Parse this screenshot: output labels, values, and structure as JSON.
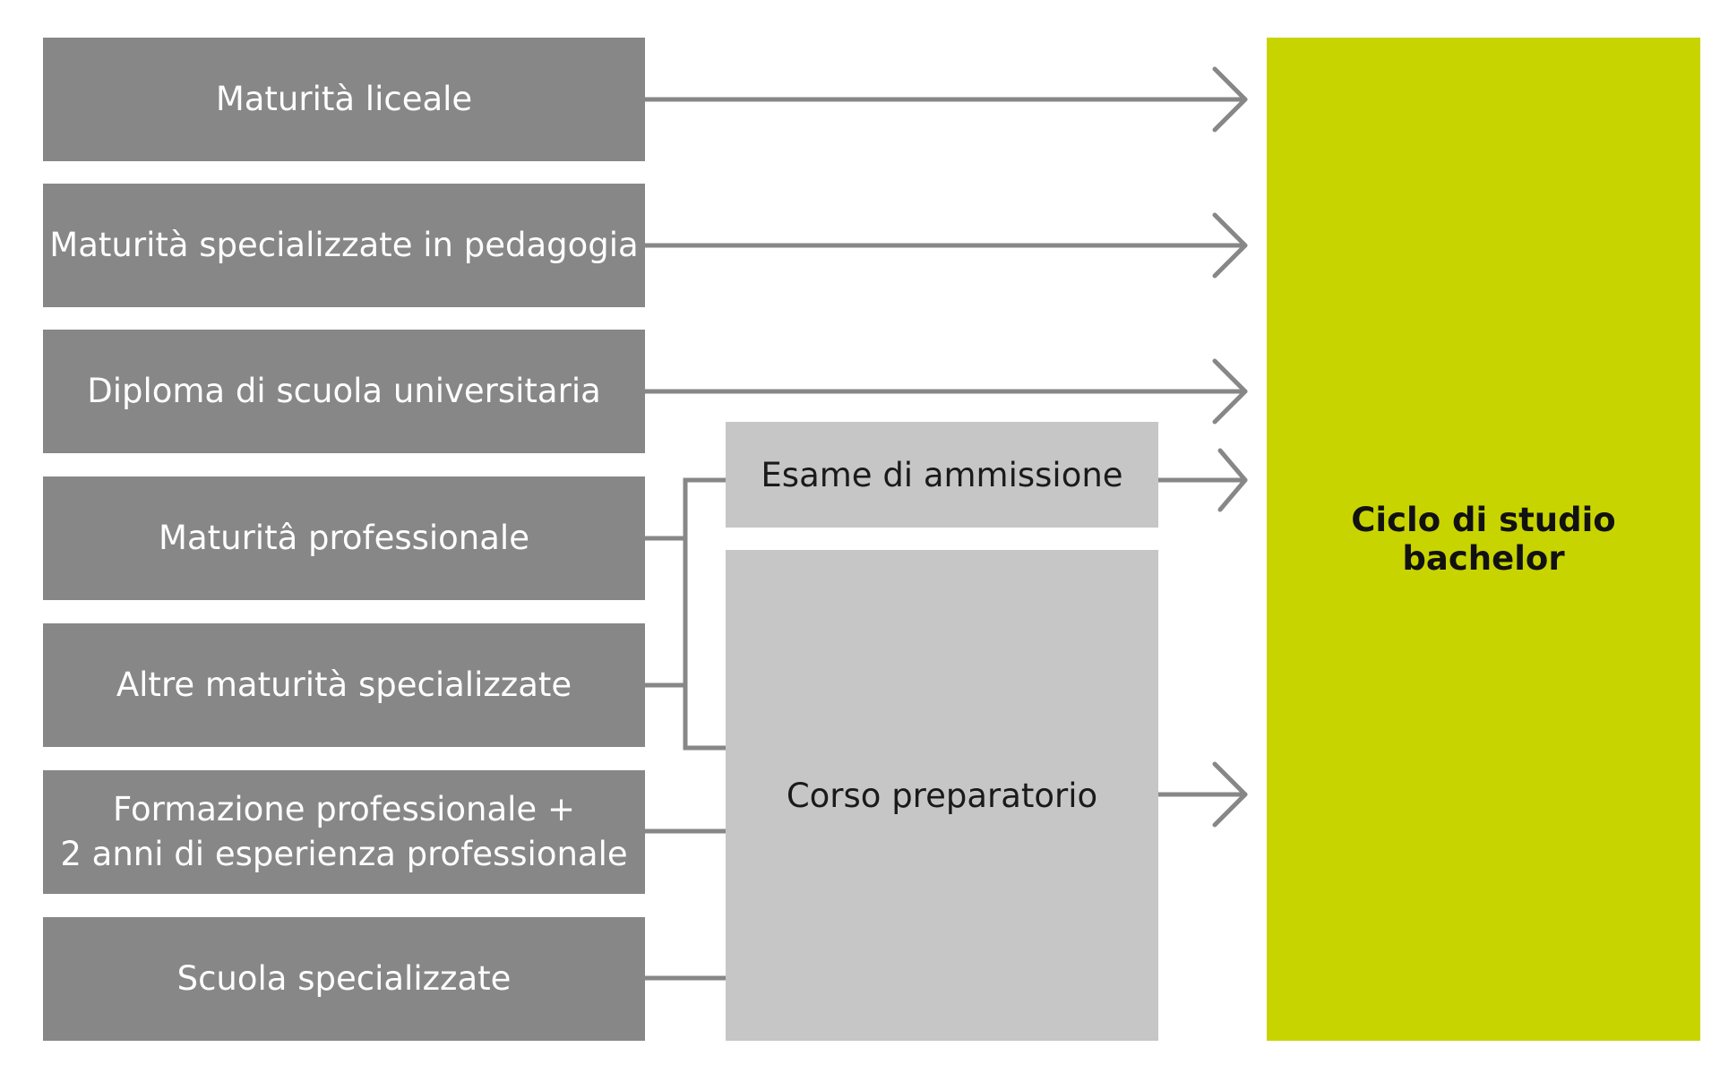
{
  "colors": {
    "source_box": "#878787",
    "intermediate_box": "#c6c6c6",
    "target_box": "#c8d400",
    "connector": "#878787"
  },
  "sources": [
    {
      "id": "maturita-liceale",
      "label": "Maturità liceale"
    },
    {
      "id": "maturita-pedagogia",
      "label": "Maturità specializzate in pedagogia"
    },
    {
      "id": "diploma-universitaria",
      "label": "Diploma di scuola universitaria"
    },
    {
      "id": "maturita-professionale",
      "label": "Maturitâ professionale"
    },
    {
      "id": "altre-maturita",
      "label": "Altre maturità specializzate"
    },
    {
      "id": "formazione-professionale",
      "label": "Formazione professionale +\n2 anni di esperienza professionale"
    },
    {
      "id": "scuola-specializzate",
      "label": "Scuola specializzate"
    }
  ],
  "intermediate": {
    "esame": {
      "label": "Esame di ammissione"
    },
    "corso": {
      "label": "Corso preparatorio"
    }
  },
  "target": {
    "label": "Ciclo di studio bachelor"
  }
}
